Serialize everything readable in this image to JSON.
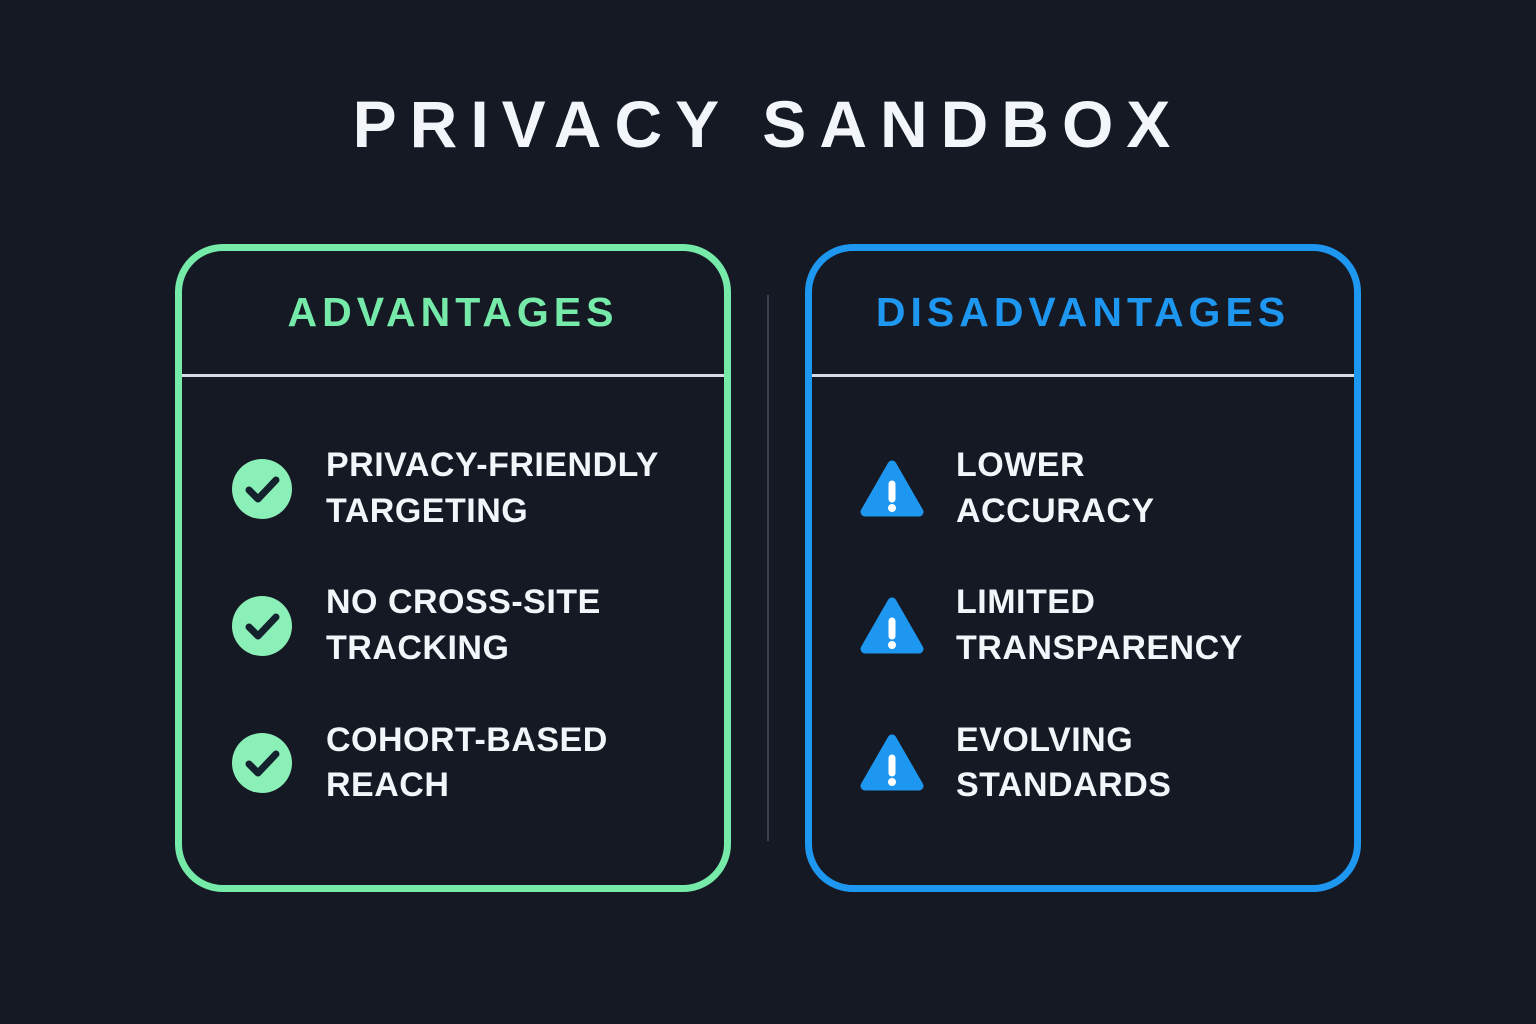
{
  "title": "PRIVACY SANDBOX",
  "colors": {
    "background": "#151924",
    "green": "#76EAA8",
    "green_icon": "#8BEFB8",
    "blue": "#1E97F0",
    "text": "#F2F5F9"
  },
  "advantages": {
    "header": "ADVANTAGES",
    "icon": "check-circle-icon",
    "items": [
      {
        "label": "PRIVACY-FRIENDLY TARGETING"
      },
      {
        "label": "NO CROSS-SITE TRACKING"
      },
      {
        "label": "COHORT-BASED REACH"
      }
    ]
  },
  "disadvantages": {
    "header": "DISADVANTAGES",
    "icon": "warning-triangle-icon",
    "items": [
      {
        "label": "LOWER ACCURACY"
      },
      {
        "label": "LIMITED TRANSPARENCY"
      },
      {
        "label": "EVOLVING STANDARDS"
      }
    ]
  }
}
